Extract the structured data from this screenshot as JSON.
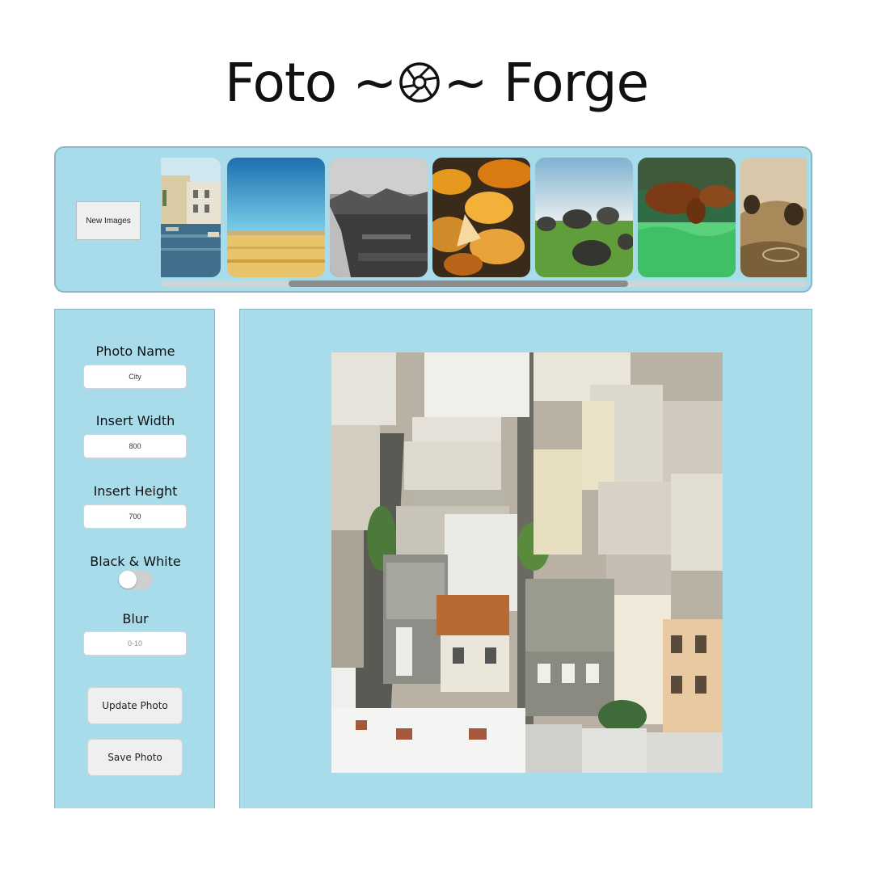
{
  "header": {
    "title_left": "Foto ~",
    "title_right": "~ Forge",
    "logo_icon": "camera-aperture-icon"
  },
  "gallery": {
    "new_images_label": "New Images",
    "thumbnails": [
      {
        "subject": "canal with buildings"
      },
      {
        "subject": "wheat field with blue sky"
      },
      {
        "subject": "black and white mountain valley"
      },
      {
        "subject": "autumn leaves"
      },
      {
        "subject": "rocks on green grass"
      },
      {
        "subject": "animal grazing on grass"
      },
      {
        "subject": "sepia hills with trees"
      }
    ]
  },
  "controls": {
    "photo_name": {
      "label": "Photo Name",
      "value": "City"
    },
    "width": {
      "label": "Insert Width",
      "value": "800"
    },
    "height": {
      "label": "Insert Height",
      "value": "700"
    },
    "bw": {
      "label": "Black & White",
      "on": false
    },
    "blur": {
      "label": "Blur",
      "placeholder": "0-10",
      "value": ""
    },
    "update_label": "Update Photo",
    "save_label": "Save Photo"
  },
  "preview": {
    "subject": "aerial view of city buildings"
  },
  "colors": {
    "panel": "#a8dcea",
    "panel_border": "#8ab7c4",
    "button": "#efefef"
  }
}
